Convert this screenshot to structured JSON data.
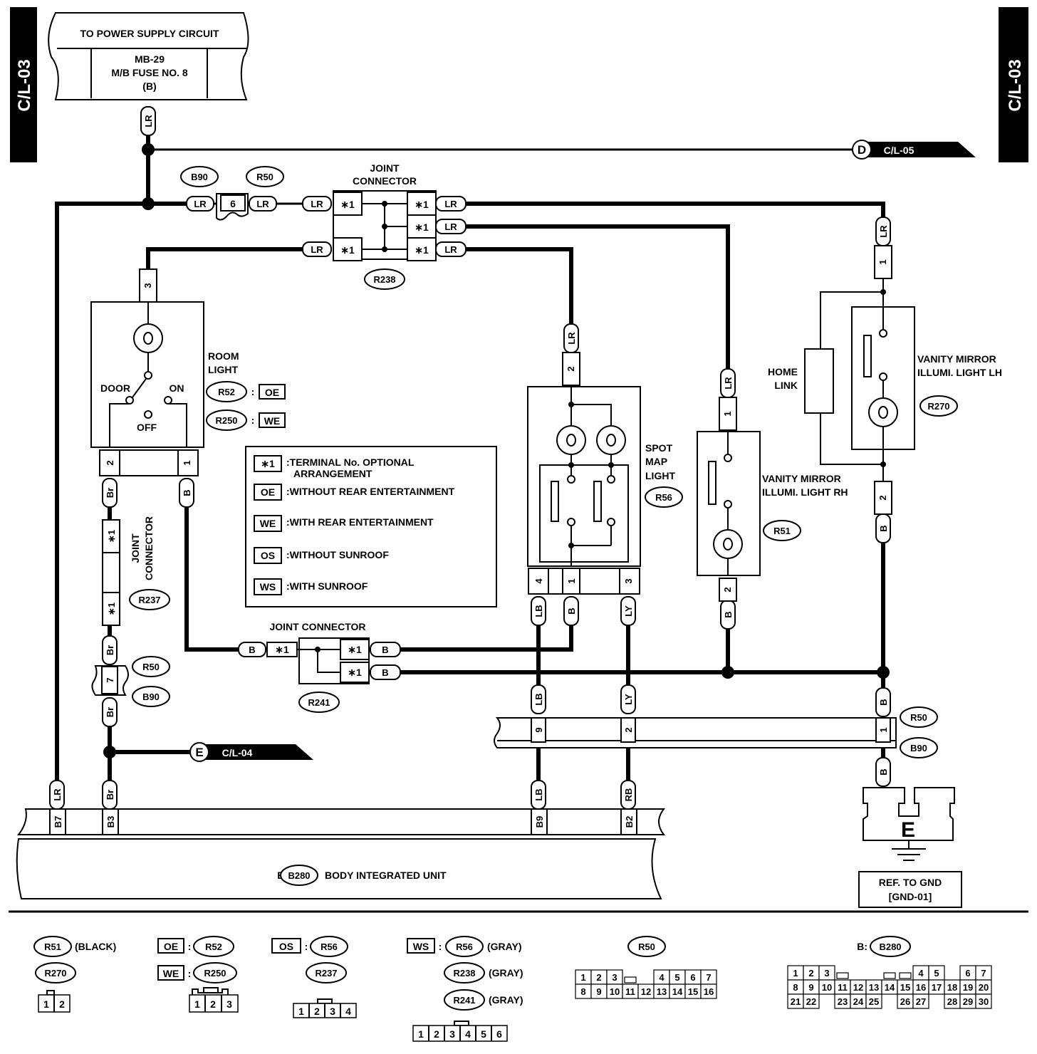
{
  "page_tabs": {
    "left": "C/L-03",
    "right": "C/L-03"
  },
  "power_supply": {
    "header": "TO POWER SUPPLY CIRCUIT",
    "line1": "MB-29",
    "line2": "M/B FUSE NO. 8",
    "line3": "(B)"
  },
  "refs": {
    "d_letter": "D",
    "d_page": "C/L-05",
    "e_letter": "E",
    "e_page": "C/L-04"
  },
  "wire_colors": {
    "lr": "LR",
    "b": "B",
    "br": "Br",
    "lb": "LB",
    "ly": "LY",
    "rb": "RB"
  },
  "connectors": {
    "b90": "B90",
    "r50": "R50",
    "r238": "R238",
    "r237": "R237",
    "r241": "R241",
    "r52": "R52",
    "r250": "R250",
    "r56": "R56",
    "r51": "R51",
    "r270": "R270",
    "b280": "B280"
  },
  "pins": {
    "p1": "1",
    "p2": "2",
    "p3": "3",
    "p4": "4",
    "p6": "6",
    "p7": "7",
    "p9": "9",
    "star1": "∗1",
    "b7": "B7",
    "b3": "B3",
    "b9": "B9",
    "b2": "B2"
  },
  "labels": {
    "joint_connector_1": "JOINT",
    "joint_connector_2": "CONNECTOR",
    "joint_connector_full": "JOINT CONNECTOR",
    "room_light_1": "ROOM",
    "room_light_2": "LIGHT",
    "door": "DOOR",
    "on": "ON",
    "off": "OFF",
    "spot_1": "SPOT",
    "spot_2": "MAP",
    "spot_3": "LIGHT",
    "vanity_rh_1": "VANITY MIRROR",
    "vanity_rh_2": "ILLUMI. LIGHT RH",
    "vanity_lh_1": "VANITY MIRROR",
    "vanity_lh_2": "ILLUMI. LIGHT LH",
    "home_link_1": "HOME",
    "home_link_2": "LINK",
    "body_unit_prefix": "B:",
    "body_unit": "BODY INTEGRATED UNIT",
    "ground_letter": "E",
    "ref_gnd_1": "REF. TO GND",
    "ref_gnd_2": "[GND-01]",
    "colon": ":"
  },
  "legend": {
    "items": [
      {
        "code": "∗1",
        "text": ":TERMINAL No. OPTIONAL",
        "text2": "ARRANGEMENT"
      },
      {
        "code": "OE",
        "text": ":WITHOUT REAR ENTERTAINMENT"
      },
      {
        "code": "WE",
        "text": ":WITH REAR ENTERTAINMENT"
      },
      {
        "code": "OS",
        "text": ":WITHOUT SUNROOF"
      },
      {
        "code": "WS",
        "text": ":WITH SUNROOF"
      }
    ]
  },
  "connector_table": {
    "black": "(BLACK)",
    "gray": "(GRAY)",
    "r50_rows": [
      [
        "1",
        "2",
        "3",
        "",
        "4",
        "5",
        "6",
        "7"
      ],
      [
        "8",
        "9",
        "10",
        "11",
        "12",
        "13",
        "14",
        "15",
        "16"
      ]
    ],
    "b280_rows": [
      [
        "1",
        "2",
        "3",
        "",
        "4",
        "5",
        "6",
        "7"
      ],
      [
        "8",
        "9",
        "10",
        "11",
        "12",
        "13",
        "14",
        "15",
        "16",
        "17",
        "18",
        "19",
        "20"
      ],
      [
        "21",
        "22",
        "23",
        "24",
        "25",
        "26",
        "27",
        "28",
        "29",
        "30"
      ]
    ],
    "two_pin": [
      "1",
      "2"
    ],
    "three_pin": [
      "1",
      "2",
      "3"
    ],
    "four_pin": [
      "1",
      "2",
      "3",
      "4"
    ],
    "six_pin": [
      "1",
      "2",
      "3",
      "4",
      "5",
      "6"
    ]
  }
}
